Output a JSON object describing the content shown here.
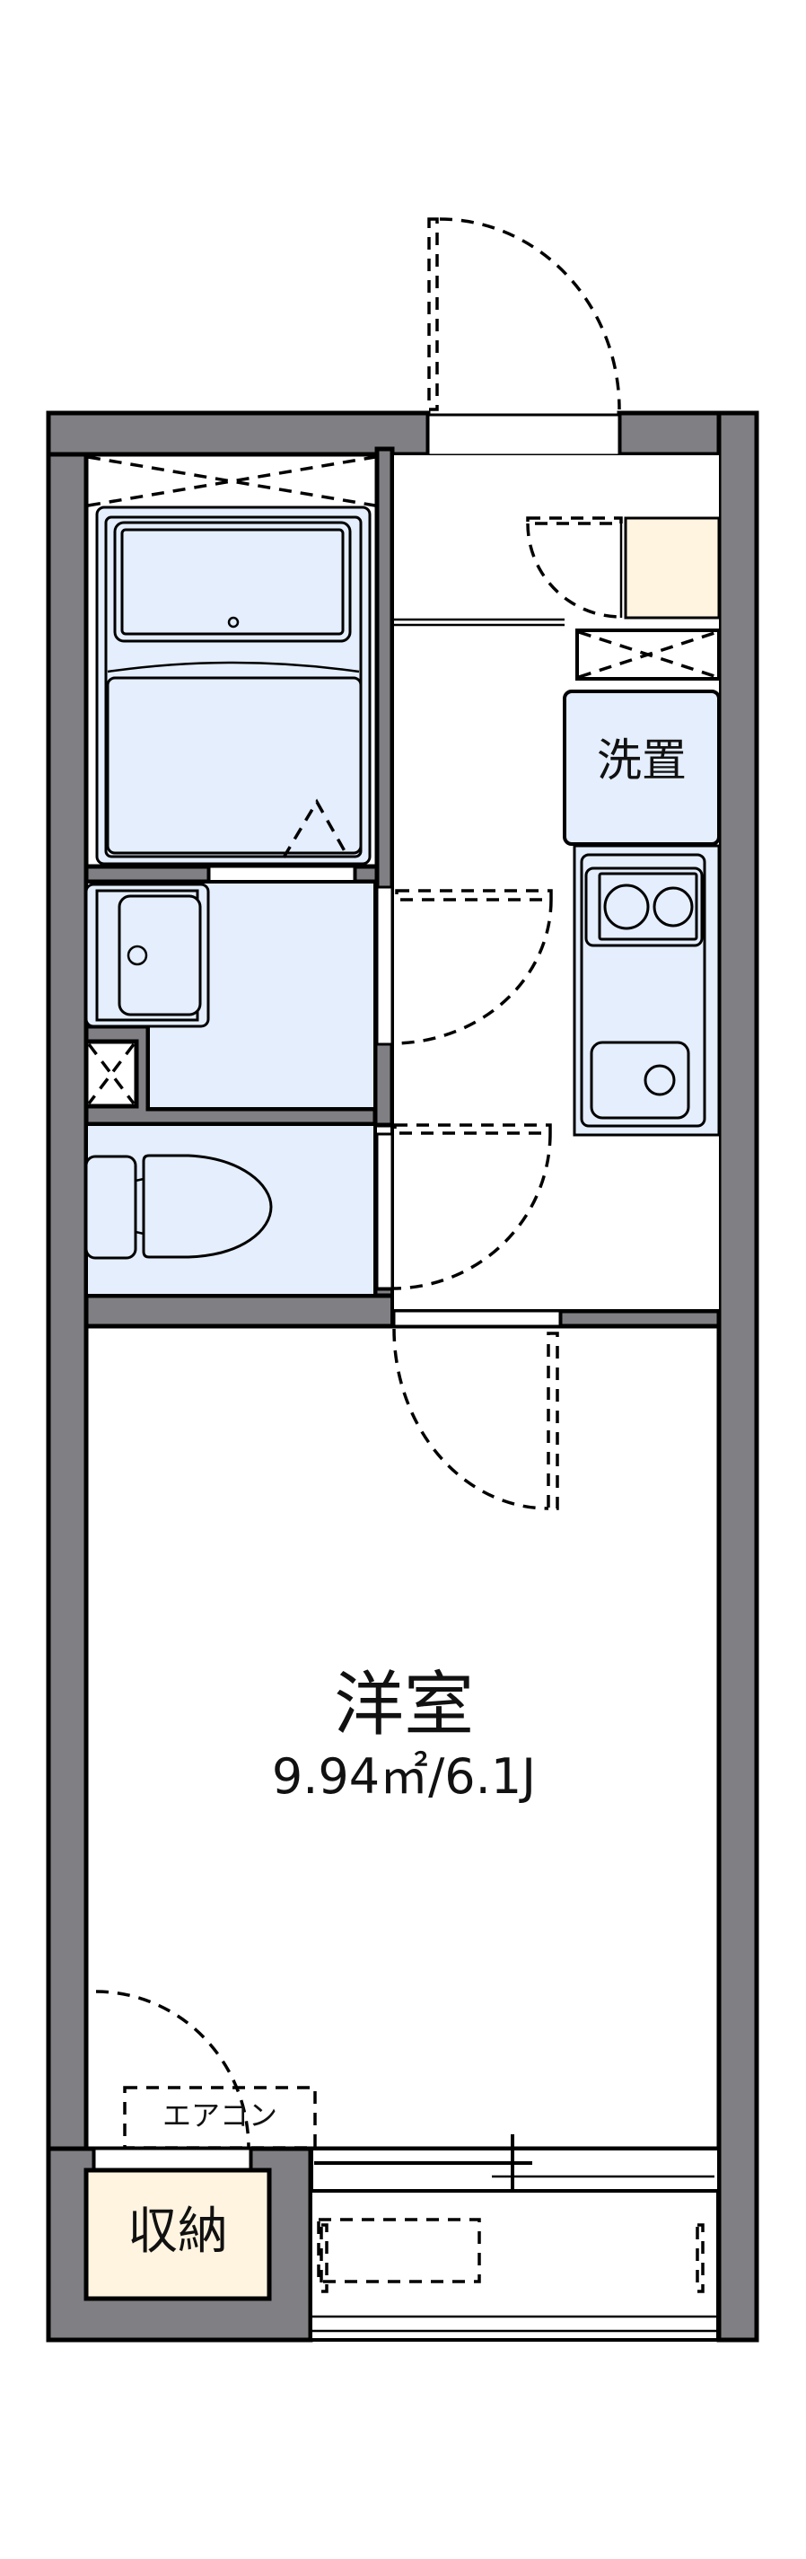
{
  "floorplan": {
    "rooms": {
      "western_room": {
        "name": "洋室",
        "area": "9.94㎡/6.1J"
      },
      "washer_space": {
        "name": "洗置"
      },
      "storage": {
        "name": "収納"
      },
      "air_conditioner": {
        "name": "エアコン"
      }
    },
    "colors": {
      "wall": "#807f84",
      "wet_area": "#e4eefc",
      "storage": "#fff4e0",
      "line": "#000000"
    }
  }
}
